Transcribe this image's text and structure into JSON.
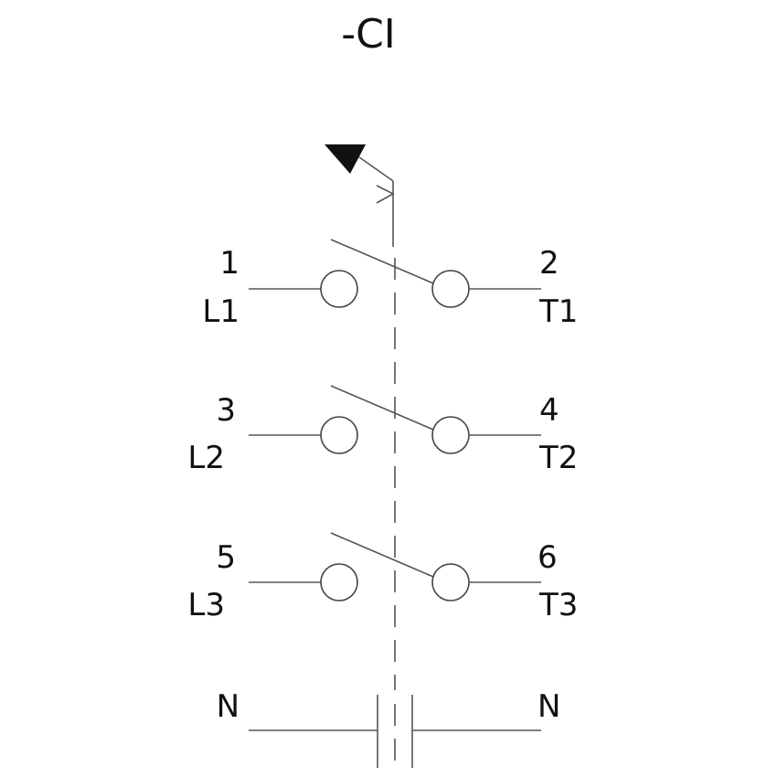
{
  "title": "-CI",
  "poles": [
    {
      "top_left": "1",
      "bottom_left": "L1",
      "top_right": "2",
      "bottom_right": "T1"
    },
    {
      "top_left": "3",
      "bottom_left": "L2",
      "top_right": "4",
      "bottom_right": "T2"
    },
    {
      "top_left": "5",
      "bottom_left": "L3",
      "top_right": "6",
      "bottom_right": "T3"
    }
  ],
  "neutral": {
    "left": "N",
    "right": "N"
  },
  "colors": {
    "line": "#555555",
    "text": "#111111",
    "background": "#ffffff"
  }
}
